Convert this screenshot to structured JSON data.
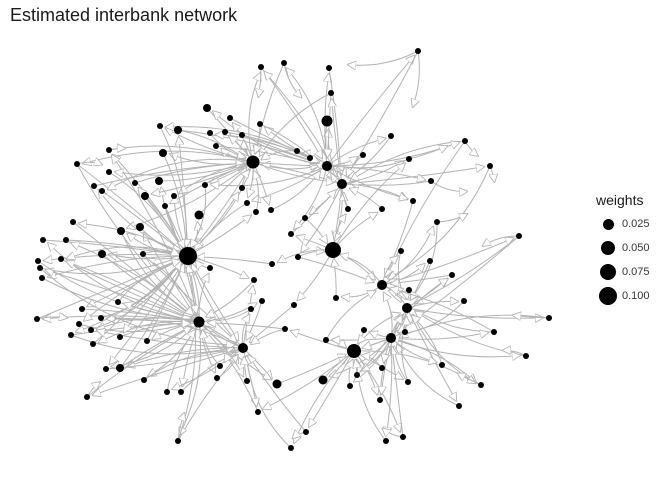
{
  "title": "Estimated interbank network",
  "legend": {
    "title": "weights",
    "items": [
      {
        "label": "0.025",
        "weight": 0.025
      },
      {
        "label": "0.050",
        "weight": 0.05
      },
      {
        "label": "0.075",
        "weight": 0.075
      },
      {
        "label": "0.100",
        "weight": 0.1
      }
    ]
  },
  "colors": {
    "node": "#000000",
    "edge": "#b3b3b3",
    "background": "#ffffff"
  }
}
